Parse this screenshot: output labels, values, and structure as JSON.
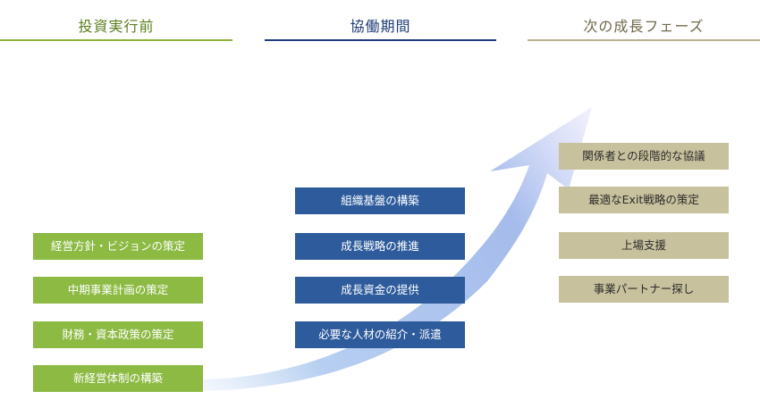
{
  "headers": {
    "before": "投資実行前",
    "during": "協働期間",
    "next": "次の成長フェーズ"
  },
  "before_items": [
    "経営方針・ビジョンの策定",
    "中期事業計画の策定",
    "財務・資本政策の策定",
    "新経営体制の構築"
  ],
  "during_items": [
    "組織基盤の構築",
    "成長戦略の推進",
    "成長資金の提供",
    "必要な人材の紹介・派遣"
  ],
  "next_items": [
    "関係者との段階的な協議",
    "最適なExit戦略の策定",
    "上場支援",
    "事業パートナー探し"
  ],
  "colors": {
    "green": "#8cba43",
    "blue": "#2d5b9c",
    "tan": "#c8c19d",
    "arrow": "#9fb9e6"
  }
}
